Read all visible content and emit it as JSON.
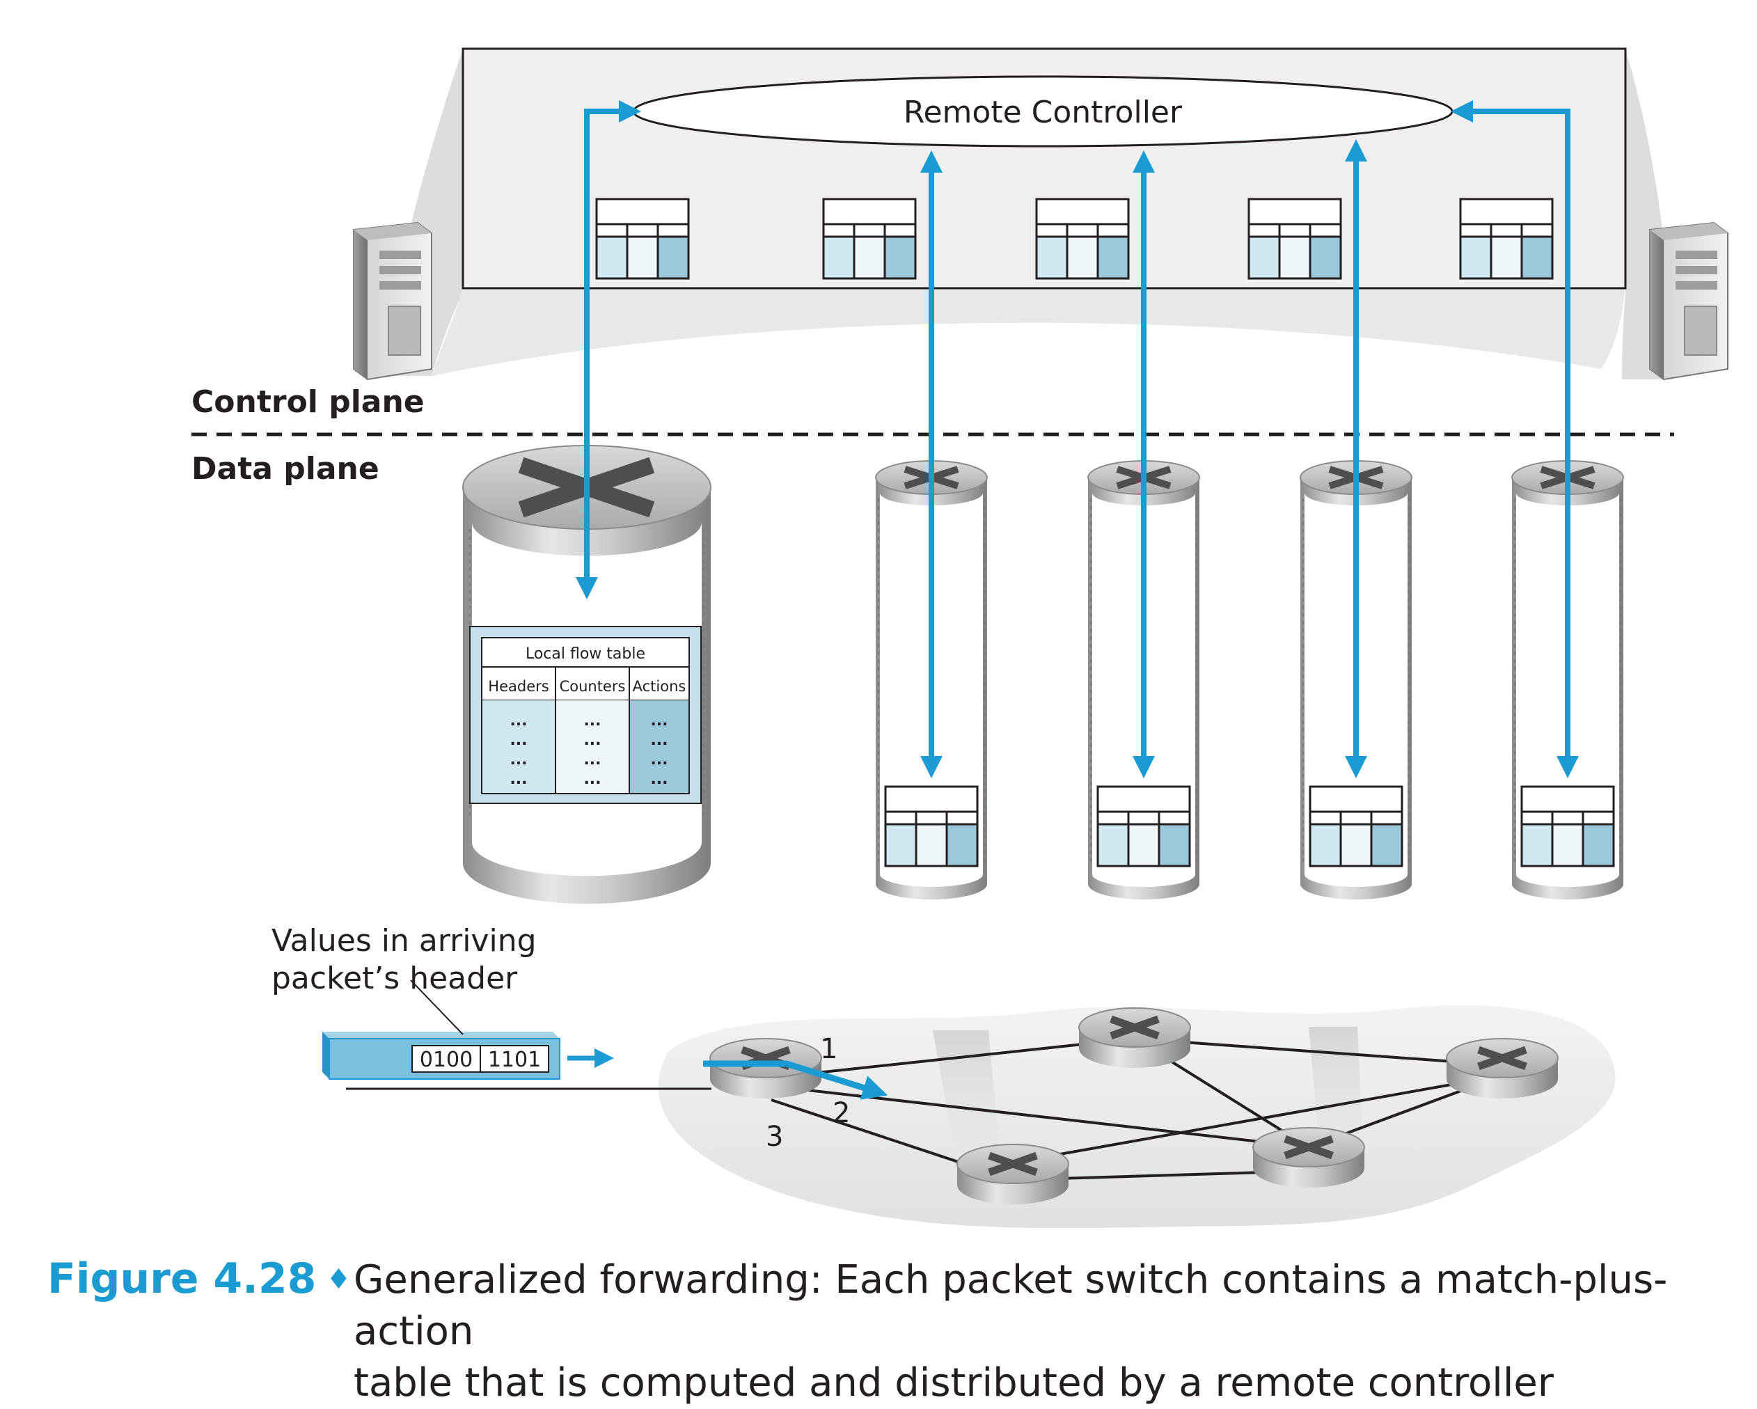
{
  "controller": {
    "label": "Remote Controller"
  },
  "planes": {
    "control": "Control plane",
    "data": "Data plane"
  },
  "flow_table": {
    "title": "Local flow table",
    "columns": [
      "Headers",
      "Counters",
      "Actions"
    ],
    "cell": "..."
  },
  "packet": {
    "annotation_line1": "Values in arriving",
    "annotation_line2": "packet’s header",
    "field1": "0100",
    "field2": "1101"
  },
  "ports": [
    "1",
    "2",
    "3"
  ],
  "caption": {
    "label": "Figure 4.28",
    "line1": "Generalized forwarding: Each packet switch contains a match-plus-action",
    "line2": "table that is computed and distributed by a remote controller"
  },
  "colors": {
    "arrow": "#1a9bd1",
    "table_light": "#d0e8f2",
    "table_mid": "#eef6fa",
    "table_dark": "#9cc8dc",
    "panel": "#efefef",
    "caption_accent": "#1a9bd1"
  }
}
